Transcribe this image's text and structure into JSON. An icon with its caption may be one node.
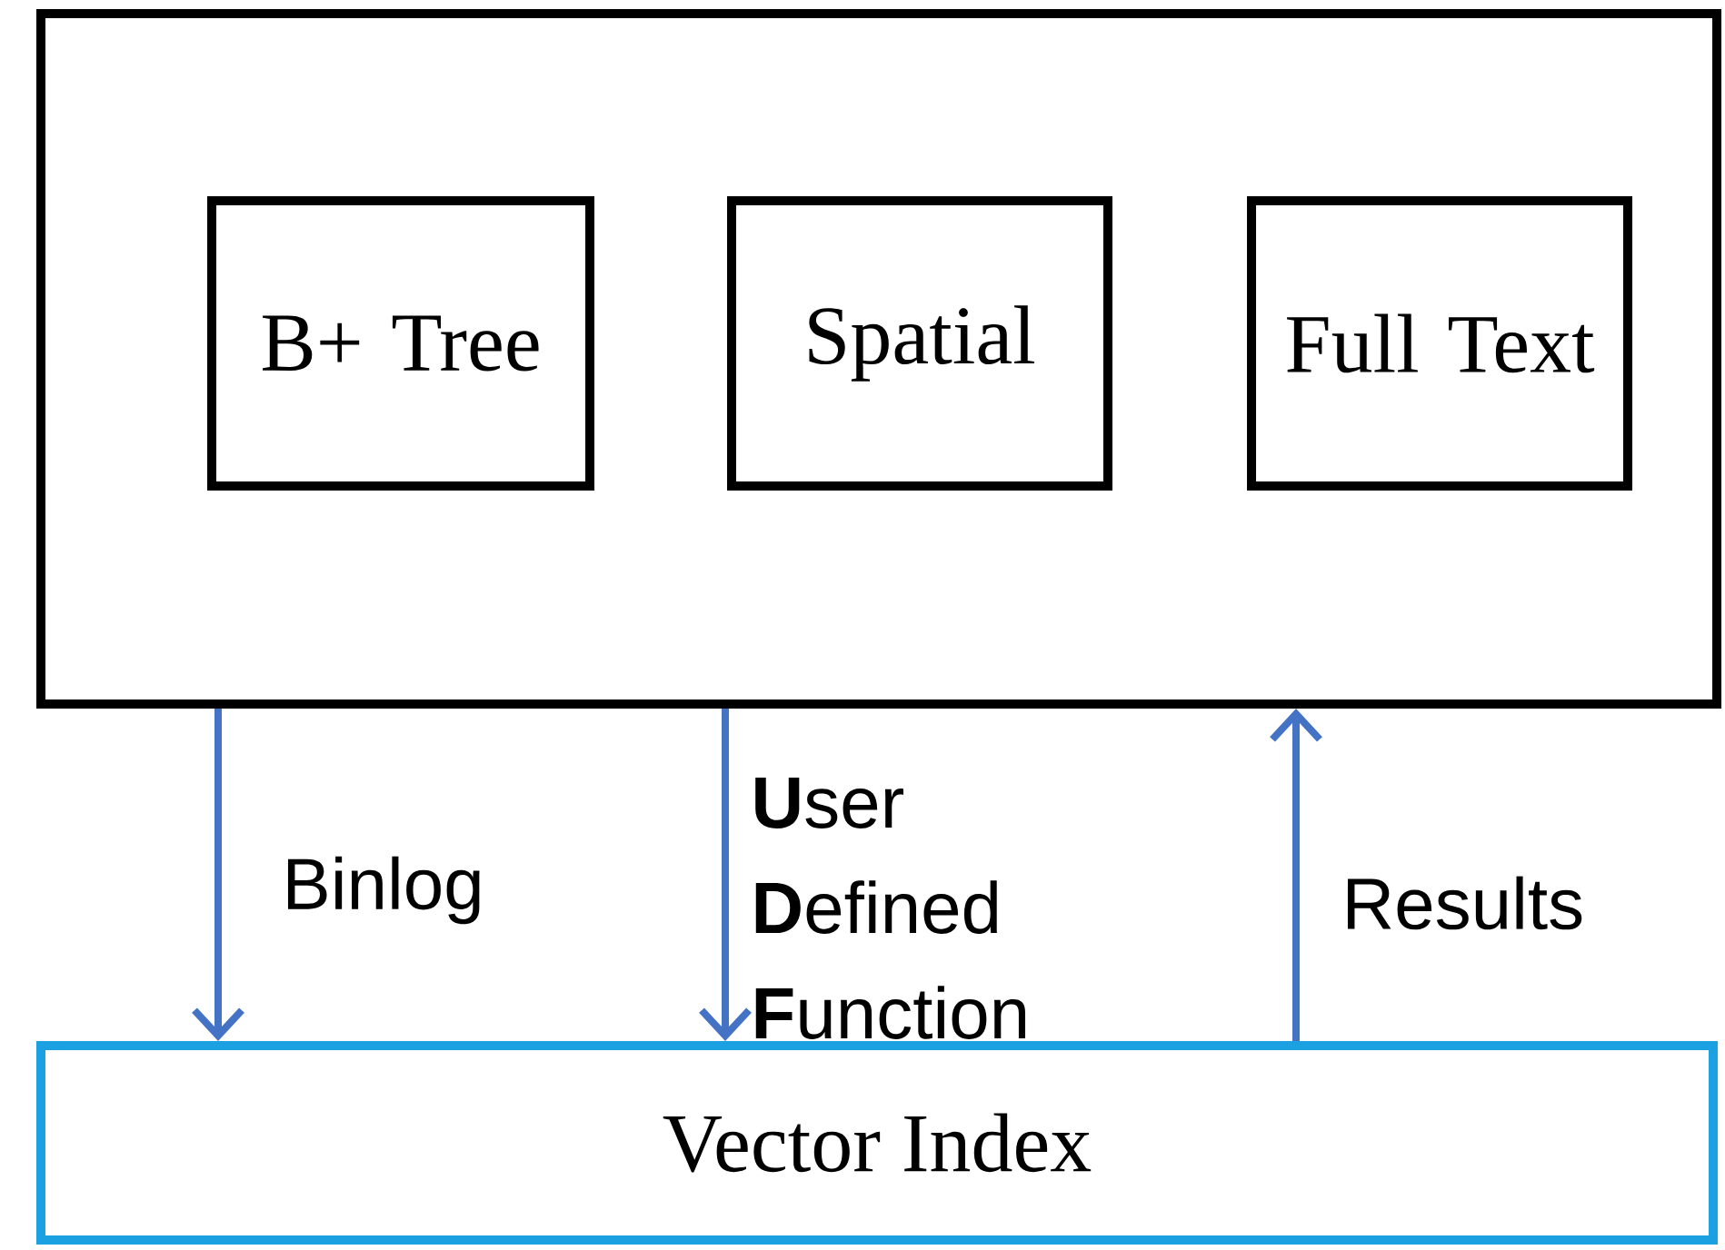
{
  "diagram": {
    "nodes": [
      {
        "text": [],
        "shape": "box"
      },
      {
        "text": [
          "B+ Tree"
        ],
        "in": 0
      },
      {
        "text": [
          "Spatial"
        ],
        "in": 0
      },
      {
        "text": [
          "Full Text"
        ],
        "in": 0
      },
      {
        "text": [
          "Vector Index"
        ]
      }
    ],
    "edges": [
      {
        "from": 0,
        "to": 4,
        "arrow": "to",
        "label": "Binlog",
        "color": "#4472c4"
      },
      {
        "from": 0,
        "to": 4,
        "arrow": "to",
        "label": "**U**ser **D**efined **F**unction",
        "color": "#4472c4"
      },
      {
        "from": 4,
        "to": 0,
        "arrow": "to",
        "label": "Results",
        "color": "#4472c4"
      }
    ]
  }
}
